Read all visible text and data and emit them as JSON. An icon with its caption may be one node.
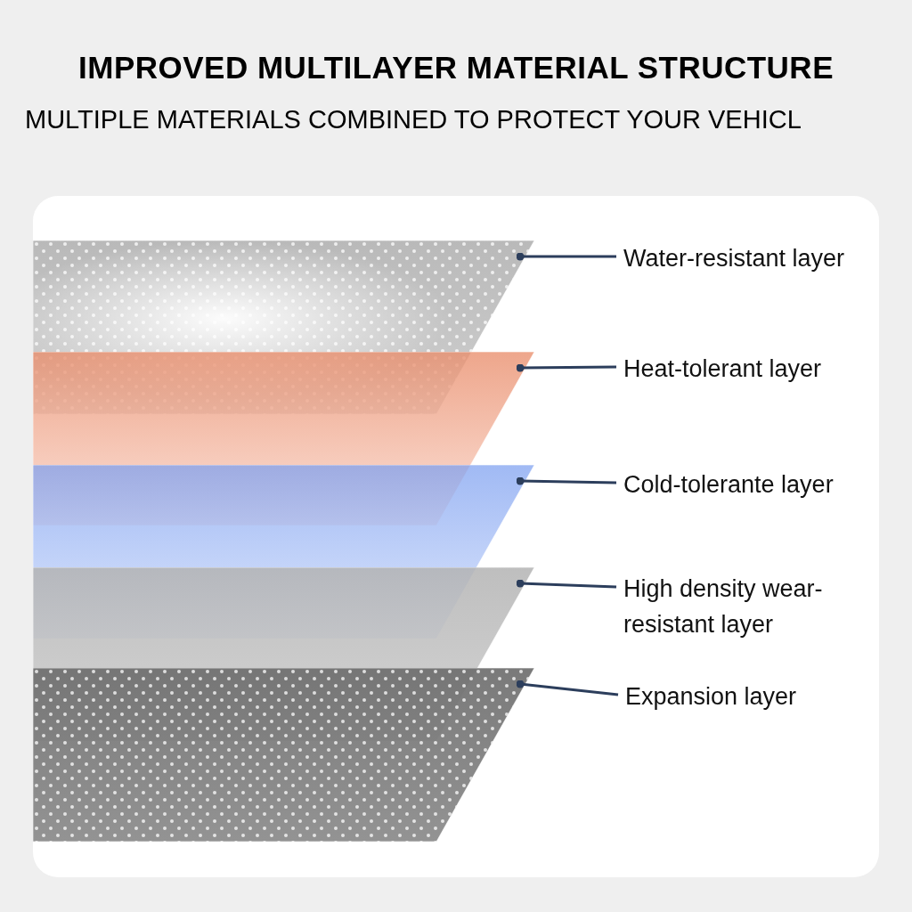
{
  "diagram": {
    "title": "IMPROVED MULTILAYER MATERIAL STRUCTURE",
    "nodes": [
      {
        "text": [
          "Water-resistant layer"
        ]
      },
      {
        "text": [
          "Heat-tolerant layer"
        ]
      },
      {
        "text": [
          "Cold-tolerante layer"
        ]
      },
      {
        "text": [
          "High density wear- resistant layer"
        ]
      },
      {
        "text": [
          "Expansion layer"
        ]
      },
      {
        "text": [],
        "shape": "parallelogram"
      },
      {
        "text": [],
        "shape": "parallelogram"
      },
      {
        "text": [],
        "shape": "parallelogram"
      },
      {
        "text": [],
        "shape": "parallelogram"
      },
      {
        "text": [],
        "shape": "parallelogram"
      }
    ],
    "edges": [
      {
        "from": 0,
        "to": 5,
        "arrow": "other"
      },
      {
        "from": 1,
        "to": 6,
        "arrow": "other"
      },
      {
        "from": 2,
        "to": 7,
        "arrow": "other"
      },
      {
        "from": 3,
        "to": 8,
        "arrow": "other"
      },
      {
        "from": 4,
        "to": 9,
        "arrow": "other"
      }
    ],
    "labels": [
      "MULTIPLE MATERIALS COMBINED TO PROTECT YOUR VEHICL"
    ]
  }
}
